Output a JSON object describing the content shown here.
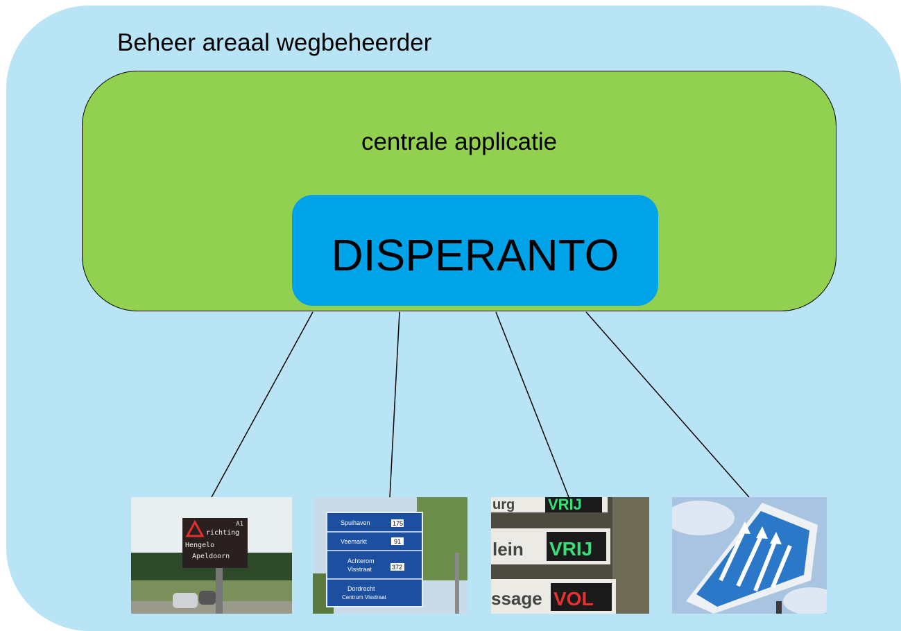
{
  "outer": {
    "title": "Beheer areaal wegbeheerder",
    "color": "#b9e4f6"
  },
  "application": {
    "title": "centrale applicatie",
    "color": "#92d050"
  },
  "core": {
    "title": "DISPERANTO",
    "color": "#00a2e8"
  },
  "signs": [
    {
      "name": "roadworks-display-sign",
      "text": [
        "A1",
        "richting",
        "Hengelo",
        "Apeldoorn"
      ]
    },
    {
      "name": "parking-route-sign",
      "text": [
        "Spuihaven",
        "175",
        "Veemarkt",
        "91",
        "Achterom",
        "Visstraat",
        "372",
        "Dordrecht",
        "Centrum Visstraat"
      ]
    },
    {
      "name": "parking-status-sign",
      "text": [
        "urg",
        "VRIJ",
        "lein",
        "VRIJ",
        "ssage",
        "VOL"
      ]
    },
    {
      "name": "lane-overhead-sign",
      "text": []
    }
  ]
}
